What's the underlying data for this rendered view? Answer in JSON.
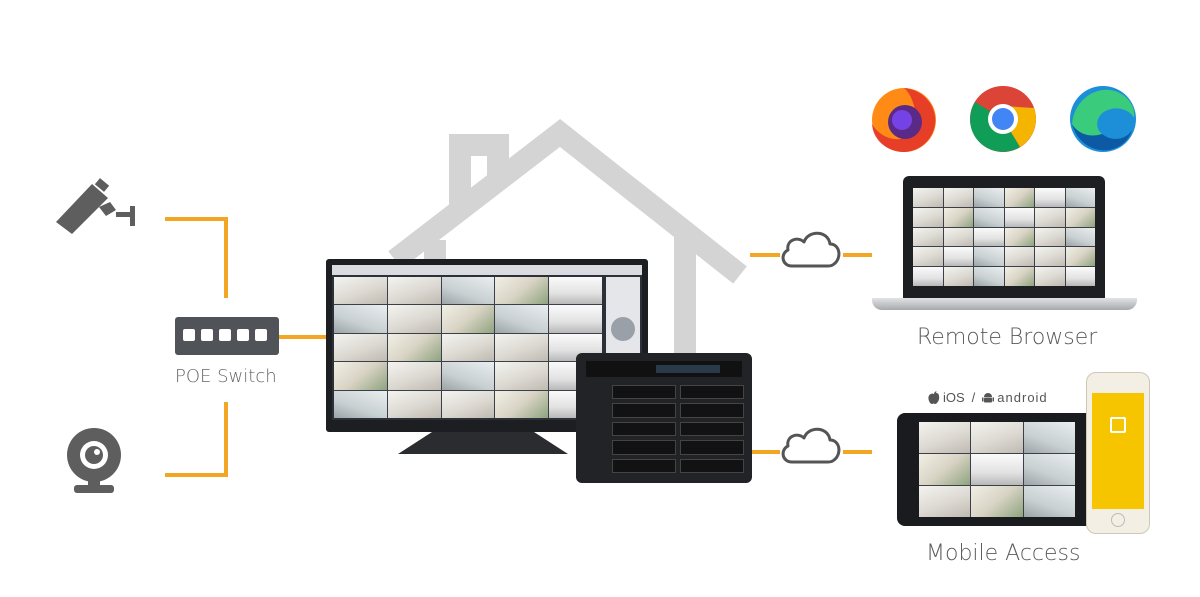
{
  "labels": {
    "poe_switch": "POE Switch",
    "remote_browser": "Remote Browser",
    "mobile_access": "Mobile Access",
    "ios": "iOS",
    "separator": "/",
    "android": "android"
  },
  "colors": {
    "line": "#F2A623",
    "house": "#d4d4d4",
    "icon_gray": "#5e5e5e",
    "cloud_stroke": "#555555"
  },
  "icons": [
    "security-camera-icon",
    "webcam-icon",
    "poe-switch-icon",
    "house-outline",
    "cloud-icon",
    "firefox-logo",
    "chrome-logo",
    "edge-logo",
    "apple-icon",
    "android-icon"
  ]
}
